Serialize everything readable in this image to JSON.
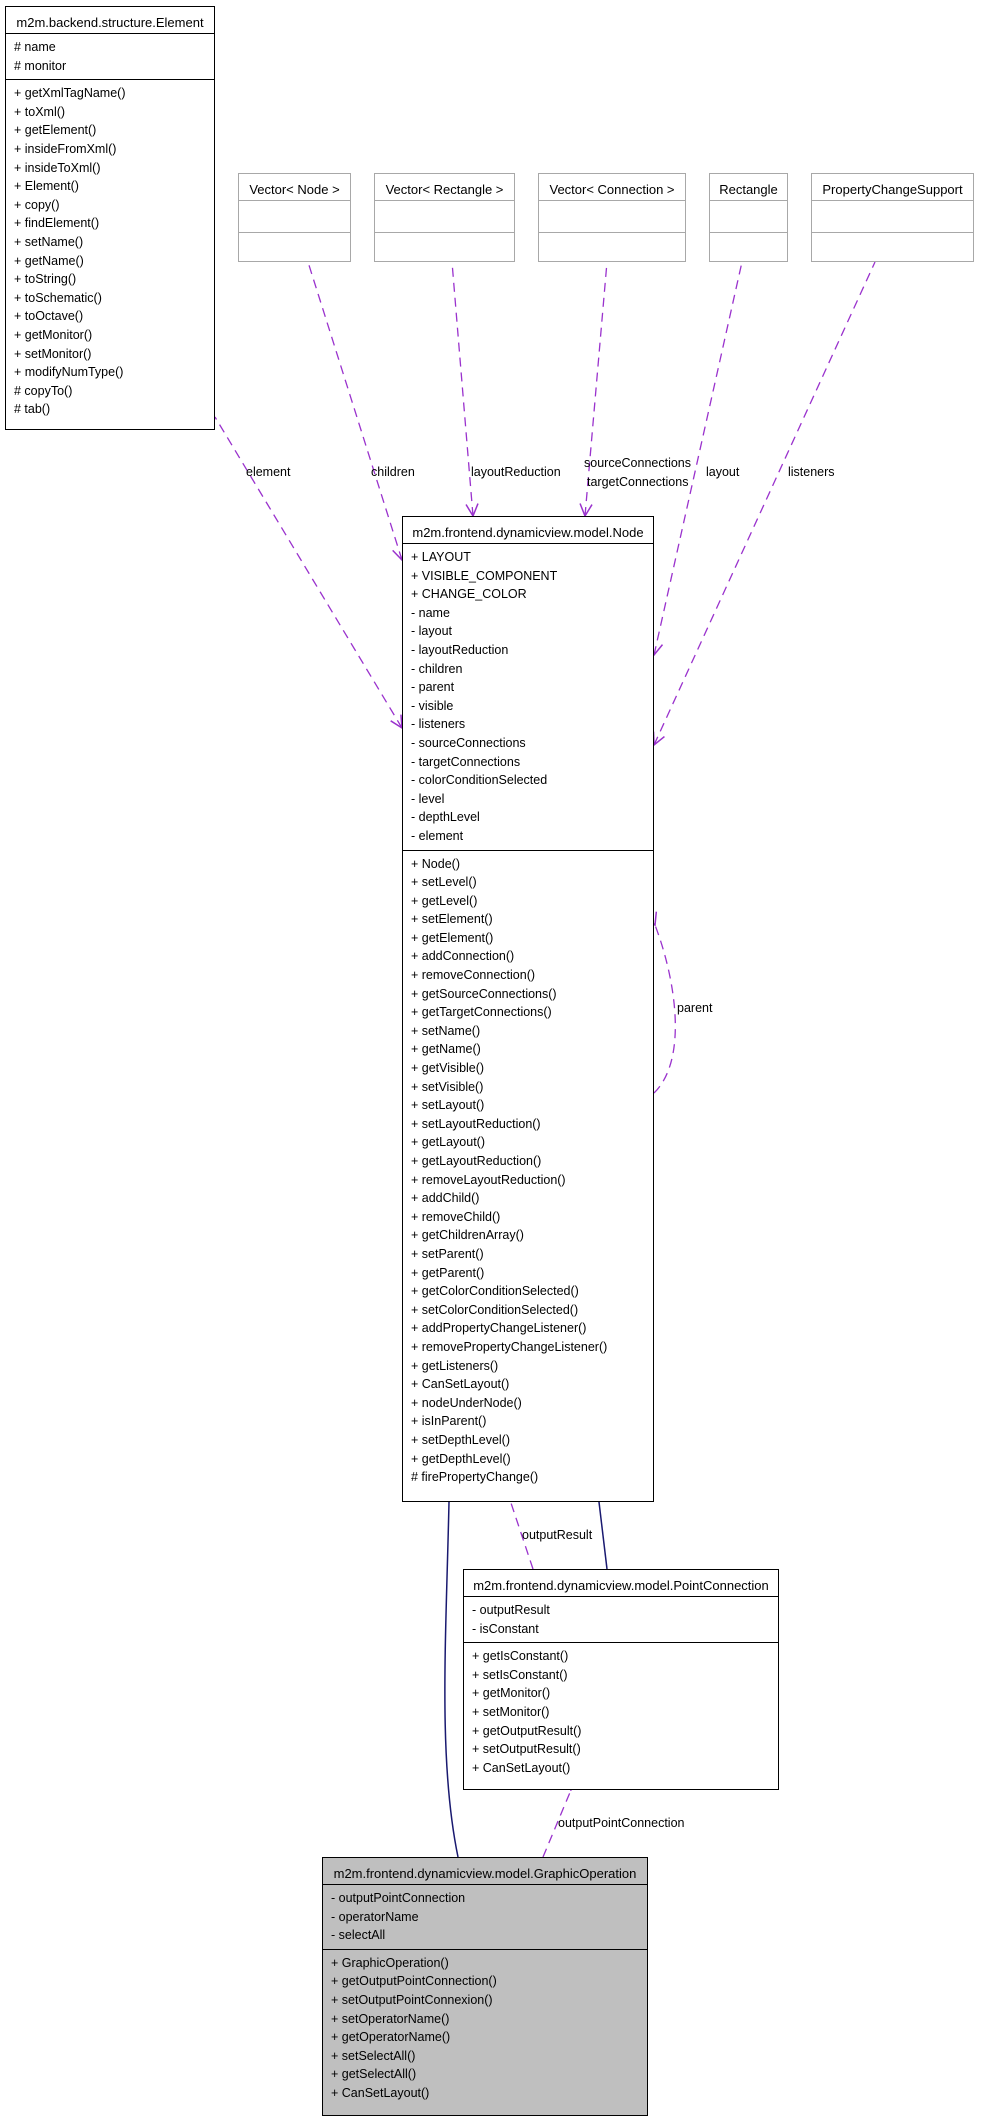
{
  "classes": {
    "element": {
      "name": "m2m.backend.structure.Element",
      "attributes": [
        "# name",
        "# monitor"
      ],
      "methods": [
        "+ getXmlTagName()",
        "+ toXml()",
        "+ getElement()",
        "+ insideFromXml()",
        "+ insideToXml()",
        "+ Element()",
        "+ copy()",
        "+ findElement()",
        "+ setName()",
        "+ getName()",
        "+ toString()",
        "+ toSchematic()",
        "+ toOctave()",
        "+ getMonitor()",
        "+ setMonitor()",
        "+ modifyNumType()",
        "# copyTo()",
        "# tab()"
      ]
    },
    "vector_node": {
      "name": "Vector< Node >"
    },
    "vector_rectangle": {
      "name": "Vector< Rectangle >"
    },
    "vector_connection": {
      "name": "Vector< Connection >"
    },
    "rectangle": {
      "name": "Rectangle"
    },
    "property_change_support": {
      "name": "PropertyChangeSupport"
    },
    "node": {
      "name": "m2m.frontend.dynamicview.model.Node",
      "attributes": [
        "+ LAYOUT",
        "+ VISIBLE_COMPONENT",
        "+ CHANGE_COLOR",
        "- name",
        "- layout",
        "- layoutReduction",
        "- children",
        "- parent",
        "- visible",
        "- listeners",
        "- sourceConnections",
        "- targetConnections",
        "- colorConditionSelected",
        "- level",
        "- depthLevel",
        "- element"
      ],
      "methods": [
        "+ Node()",
        "+ setLevel()",
        "+ getLevel()",
        "+ setElement()",
        "+ getElement()",
        "+ addConnection()",
        "+ removeConnection()",
        "+ getSourceConnections()",
        "+ getTargetConnections()",
        "+ setName()",
        "+ getName()",
        "+ getVisible()",
        "+ setVisible()",
        "+ setLayout()",
        "+ setLayoutReduction()",
        "+ getLayout()",
        "+ getLayoutReduction()",
        "+ removeLayoutReduction()",
        "+ addChild()",
        "+ removeChild()",
        "+ getChildrenArray()",
        "+ setParent()",
        "+ getParent()",
        "+ getColorConditionSelected()",
        "+ setColorConditionSelected()",
        "+ addPropertyChangeListener()",
        "+ removePropertyChangeListener()",
        "+ getListeners()",
        "+ CanSetLayout()",
        "+ nodeUnderNode()",
        "+ isInParent()",
        "+ setDepthLevel()",
        "+ getDepthLevel()",
        "# firePropertyChange()"
      ]
    },
    "point_connection": {
      "name": "m2m.frontend.dynamicview.model.PointConnection",
      "attributes": [
        "- outputResult",
        "- isConstant"
      ],
      "methods": [
        "+ getIsConstant()",
        "+ setIsConstant()",
        "+ getMonitor()",
        "+ setMonitor()",
        "+ getOutputResult()",
        "+ setOutputResult()",
        "+ CanSetLayout()"
      ]
    },
    "graphic_operation": {
      "name": "m2m.frontend.dynamicview.model.GraphicOperation",
      "attributes": [
        "- outputPointConnection",
        "- operatorName",
        "- selectAll"
      ],
      "methods": [
        "+ GraphicOperation()",
        "+ getOutputPointConnection()",
        "+ setOutputPointConnexion()",
        "+ setOperatorName()",
        "+ getOperatorName()",
        "+ setSelectAll()",
        "+ getSelectAll()",
        "+ CanSetLayout()"
      ]
    }
  },
  "edge_labels": {
    "element": "element",
    "children": "children",
    "layout_reduction": "layoutReduction",
    "source_connections": "sourceConnections",
    "target_connections": "targetConnections",
    "layout": "layout",
    "listeners": "listeners",
    "parent": "parent",
    "output_result": "outputResult",
    "output_point_connection": "outputPointConnection"
  },
  "colors": {
    "association": "#9a32cd",
    "inheritance": "#191970",
    "focus_fill": "#bfbfbf",
    "ghost_border": "#a8a8a8"
  }
}
